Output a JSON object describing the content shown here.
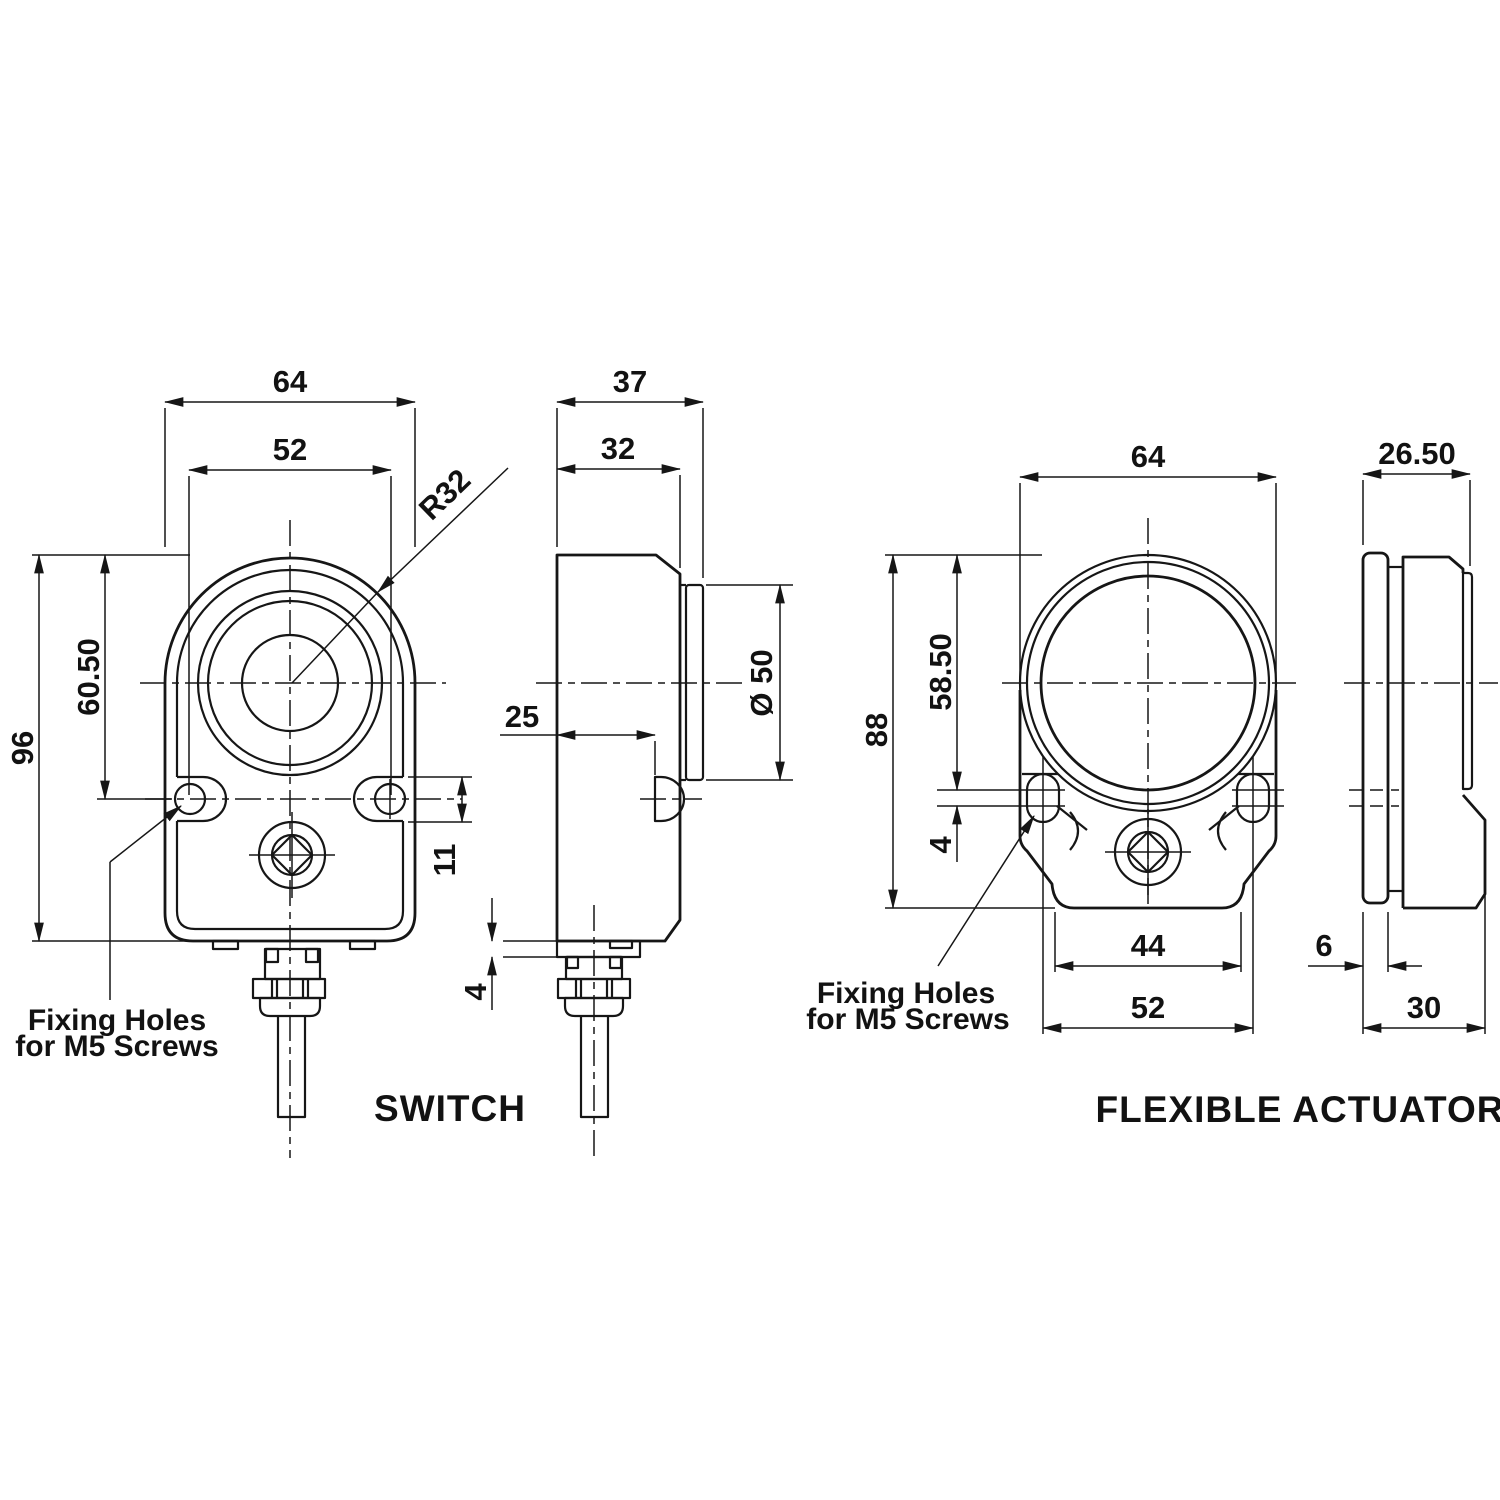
{
  "drawing": {
    "switch": {
      "title": "SWITCH",
      "note_line1": "Fixing Holes",
      "note_line2": "for M5 Screws",
      "front": {
        "width": "64",
        "hole_spacing": "52",
        "top_radius": "R32",
        "height": "96",
        "hole_offset": "60.50",
        "ear_height": "11"
      },
      "side": {
        "total_depth": "37",
        "body_depth": "32",
        "tab_offset": "25",
        "button_diameter": "Ø 50",
        "step_height": "4"
      }
    },
    "actuator": {
      "title": "FLEXIBLE ACTUATOR",
      "note_line1": "Fixing Holes",
      "note_line2": "for M5 Screws",
      "front": {
        "width": "64",
        "height": "88",
        "slot_offset": "58.50",
        "slot_travel": "4",
        "base_width": "44",
        "slot_spacing": "52"
      },
      "side": {
        "body_depth": "26.50",
        "pad_thickness": "6",
        "total_depth": "30"
      }
    }
  }
}
